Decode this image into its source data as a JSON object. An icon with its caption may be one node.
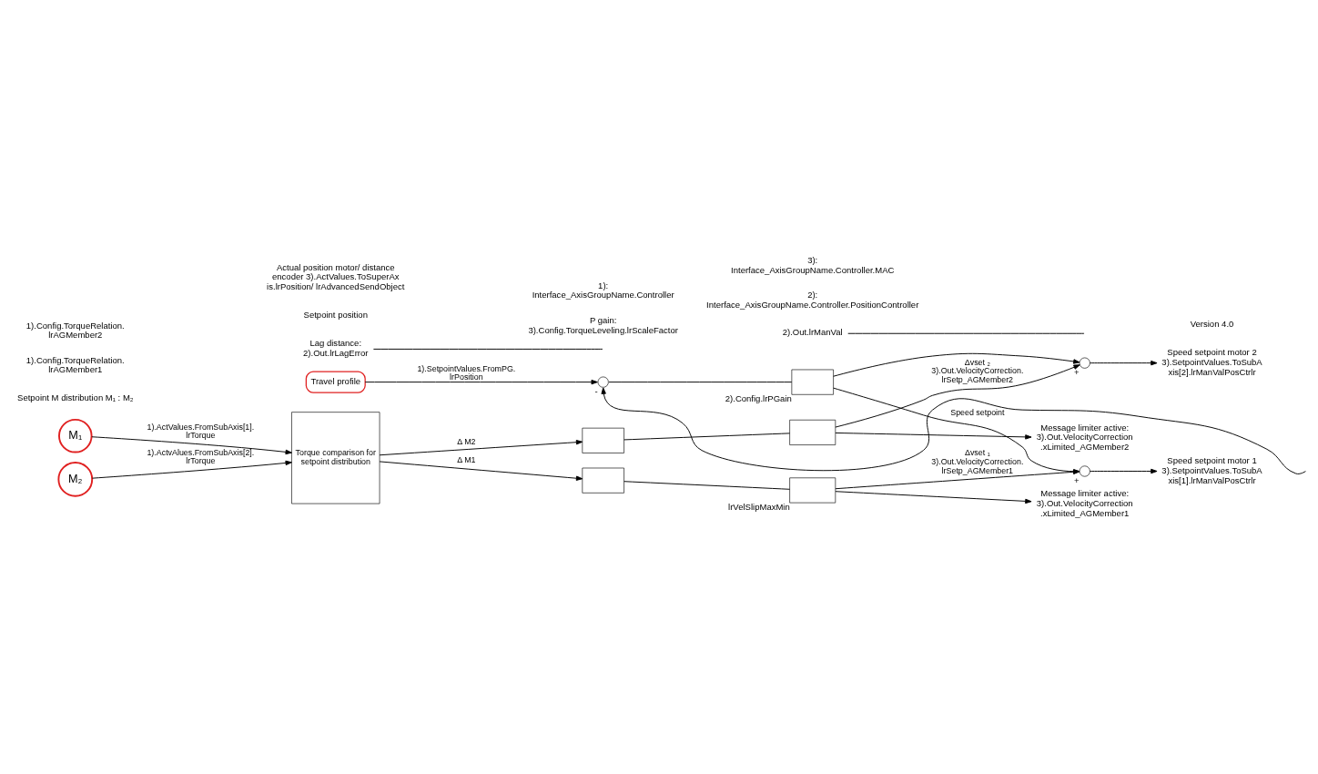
{
  "diagram": {
    "nodes": [
      {
        "text": [
          "Travel profile"
        ]
      },
      {
        "text": [],
        "shape": "circle",
        "beside": [
          "-"
        ]
      },
      {
        "text": [],
        "shape": "box",
        "beside": [
          "2).Config.lrPGain"
        ]
      },
      {
        "text": [
          "M₁"
        ]
      },
      {
        "text": [
          "M₂"
        ]
      },
      {
        "text": [
          "Torque comparison for setpoint distribution"
        ]
      },
      {
        "text": [],
        "shape": "box"
      },
      {
        "text": [],
        "shape": "box"
      },
      {
        "text": [],
        "shape": "box",
        "beside": [
          "lrVelSlipMaxMin"
        ]
      },
      {
        "text": [],
        "shape": "box"
      },
      {
        "text": [
          "Message limiter active: 3).Out.VelocityCorrection .xLimited_AGMember1"
        ]
      },
      {
        "text": [
          "Message limiter active: 3).Out.VelocityCorrection .xLimited_AGMember2"
        ]
      },
      {
        "text": [],
        "shape": "circle",
        "beside": [
          "+"
        ]
      },
      {
        "text": [],
        "shape": "circle",
        "beside": [
          "+"
        ]
      },
      {
        "text": [
          "Speed setpoint motor 1",
          "3).SetpointValues.ToSubA xis[1].lrManValPosCtrlr"
        ]
      },
      {
        "text": [
          "Speed setpoint motor 2",
          "3).SetpointValues.ToSubA xis[2].lrManValPosCtrlr"
        ]
      },
      {
        "text": [
          "Lag distance: 2).Out.lrLagError"
        ]
      },
      {
        "text": [
          "2).Out.lrManVal"
        ]
      }
    ],
    "edges": [
      {
        "from": 0,
        "to": 1,
        "arrow": "to",
        "label": "1).SetpointValues.FromPG. lrPosition"
      },
      {
        "from": null,
        "to": 1,
        "arrow": "to"
      },
      {
        "from": 1,
        "to": 2,
        "arrow": "none"
      },
      {
        "from": 2,
        "to": 12,
        "arrow": "to",
        "label": "Speed setpoint"
      },
      {
        "from": 2,
        "to": 13,
        "arrow": "to"
      },
      {
        "from": 3,
        "to": 5,
        "arrow": "to",
        "label": "1).ActValues.FromSubAxis[1]. lrTorque"
      },
      {
        "from": 4,
        "to": 5,
        "arrow": "to",
        "label": "1).ActvAlues.FromSubAxis[2]. lrTorque"
      },
      {
        "from": 5,
        "to": 6,
        "arrow": "to",
        "label": "Δ M1"
      },
      {
        "from": 5,
        "to": 7,
        "arrow": "to",
        "label": "Δ M2"
      },
      {
        "from": 6,
        "to": 8,
        "arrow": "none"
      },
      {
        "from": 7,
        "to": 9,
        "arrow": "none"
      },
      {
        "from": 8,
        "to": 10,
        "arrow": "to"
      },
      {
        "from": 8,
        "to": 12,
        "arrow": "to",
        "label": "Δvset ₁ 3).Out.VelocityCorrection. lrSetp_AGMember1"
      },
      {
        "from": 9,
        "to": 11,
        "arrow": "to"
      },
      {
        "from": 9,
        "to": 13,
        "arrow": "to",
        "label": "Δvset ₂ 3).Out.VelocityCorrection. lrSetp_AGMember2"
      },
      {
        "from": 12,
        "to": 14,
        "arrow": "to"
      },
      {
        "from": 13,
        "to": 15,
        "arrow": "to"
      },
      {
        "from": 16,
        "to": null,
        "arrow": "none"
      },
      {
        "from": 17,
        "to": null,
        "arrow": "none"
      }
    ],
    "labels": [
      "Setpoint position",
      "Setpoint M distribution M₁ : M₂",
      "1).Config.TorqueRelation. lrAGMember1",
      "1).Config.TorqueRelation. lrAGMember2",
      "Actual position motor/ distance encoder 3).ActValues.ToSuperAx is.lrPosition/ lrAdvancedSendObject",
      "P gain: 3).Config.TorqueLeveling.lrScaleFactor",
      "1): Interface_AxisGroupName.Controller",
      "2): Interface_AxisGroupName.Controller.PositionController",
      "3): Interface_AxisGroupName.Controller.MAC",
      "Version 4.0"
    ]
  }
}
